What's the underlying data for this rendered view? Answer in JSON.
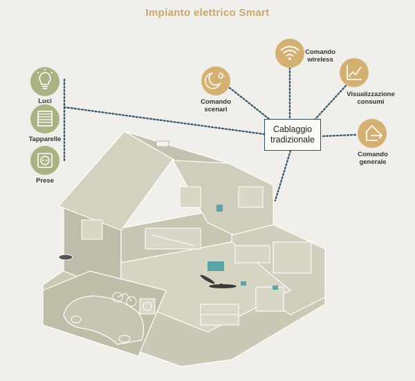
{
  "title": "Impianto elettrico Smart",
  "center_label": "Cablaggio tradizionale",
  "devices": {
    "luci": "Luci",
    "tapparelle": "Tapparelle",
    "prese": "Prese"
  },
  "features": {
    "scenari": [
      "Comando",
      "scenari"
    ],
    "wireless": [
      "Comando",
      "wireless"
    ],
    "consumi": [
      "Visualizzazione",
      "consumi"
    ],
    "generale": [
      "Comando",
      "generale"
    ]
  },
  "colors": {
    "background": "#f0efec",
    "device_circle": "#a9b282",
    "feature_circle": "#d4b173",
    "title": "#c9a76a",
    "dotted_line": "#3d5c6b",
    "house": "#c6c4b1"
  },
  "icons": {
    "luci": "lightbulb-icon",
    "tapparelle": "shutter-icon",
    "prese": "socket-icon",
    "scenari": "moon-sun-icon",
    "wireless": "wifi-icon",
    "consumi": "line-chart-icon",
    "generale": "house-arrow-icon"
  }
}
